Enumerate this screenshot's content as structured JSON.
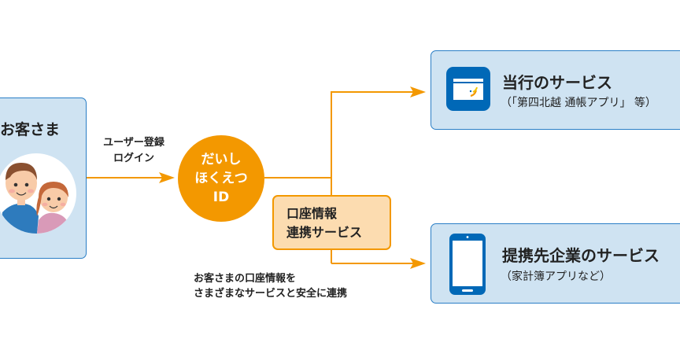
{
  "customer": {
    "title": "お客さま",
    "illustration": "couple-illustration"
  },
  "login_arrow": {
    "line1": "ユーザー登録",
    "line2": "ログイン"
  },
  "id_badge": {
    "line1": "だいし",
    "line2": "ほくえつ",
    "line3": "ID"
  },
  "link_service": {
    "line1": "口座情報",
    "line2": "連携サービス"
  },
  "caption": {
    "line1": "お客さまの口座情報を",
    "line2": "さまざまなサービスと安全に連携"
  },
  "bank_service": {
    "title": "当行のサービス",
    "subtitle": "（「第四北越 通帳アプリ」 等）",
    "icon": "passbook-app-icon"
  },
  "partner_service": {
    "title": "提携先企業のサービス",
    "subtitle": "（家計簿アプリなど）",
    "icon": "smartphone-icon"
  },
  "colors": {
    "accent_orange": "#f39800",
    "box_blue_fill": "#cfe3f2",
    "box_blue_border": "#2a7ec6",
    "icon_blue": "#0068b7",
    "orange_box_fill": "#fcdcb0"
  }
}
